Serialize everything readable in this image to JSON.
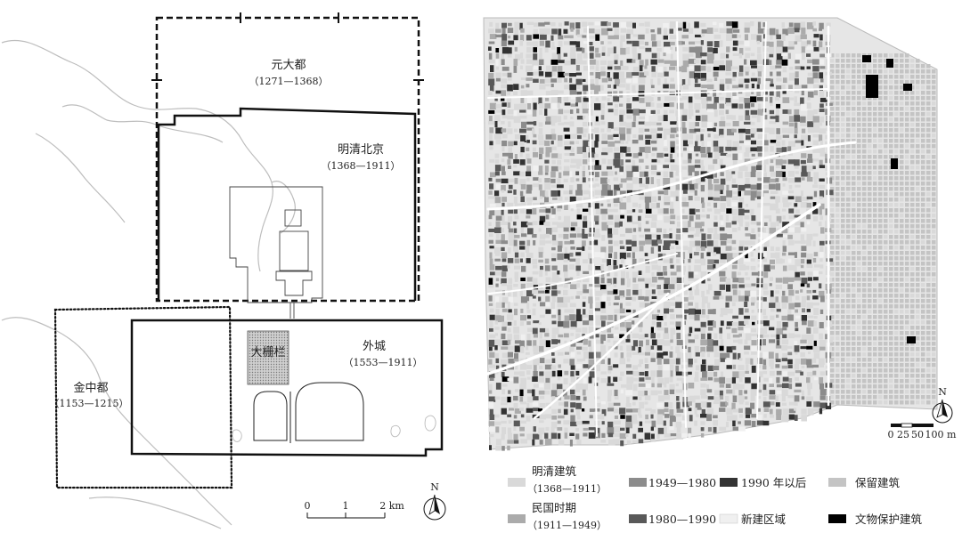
{
  "left_map": {
    "yuan_dadu": {
      "name": "元大都",
      "years": "（1271—1368）"
    },
    "mingqing_beijing": {
      "name": "明清北京",
      "years": "（1368—1911）"
    },
    "waicheng": {
      "name": "外城",
      "years": "（1553—1911）"
    },
    "jin_zhongdu": {
      "name": "金中都",
      "years": "（1153—1215）"
    },
    "dashilan": {
      "name": "大栅栏"
    },
    "scale": {
      "ticks": [
        "0",
        "1",
        "2 km"
      ]
    },
    "north": "N"
  },
  "right_map": {
    "scale": {
      "ticks": [
        "0",
        "25",
        "50",
        "100 m"
      ]
    },
    "north": "N"
  },
  "legend": [
    {
      "label": "明清建筑",
      "sub": "（1368—1911）",
      "color": "#d9d9d9"
    },
    {
      "label": "1949—1980",
      "sub": "",
      "color": "#8c8c8c"
    },
    {
      "label": "1990 年以后",
      "sub": "",
      "color": "#333333"
    },
    {
      "label": "保留建筑",
      "sub": "",
      "color": "#c4c4c4"
    },
    {
      "label": "民国时期",
      "sub": "（1911—1949）",
      "color": "#ababab"
    },
    {
      "label": "1980—1990",
      "sub": "",
      "color": "#595959"
    },
    {
      "label": "新建区域",
      "sub": "",
      "color": "#f0f0f0"
    },
    {
      "label": "文物保护建筑",
      "sub": "",
      "color": "#000000"
    }
  ]
}
